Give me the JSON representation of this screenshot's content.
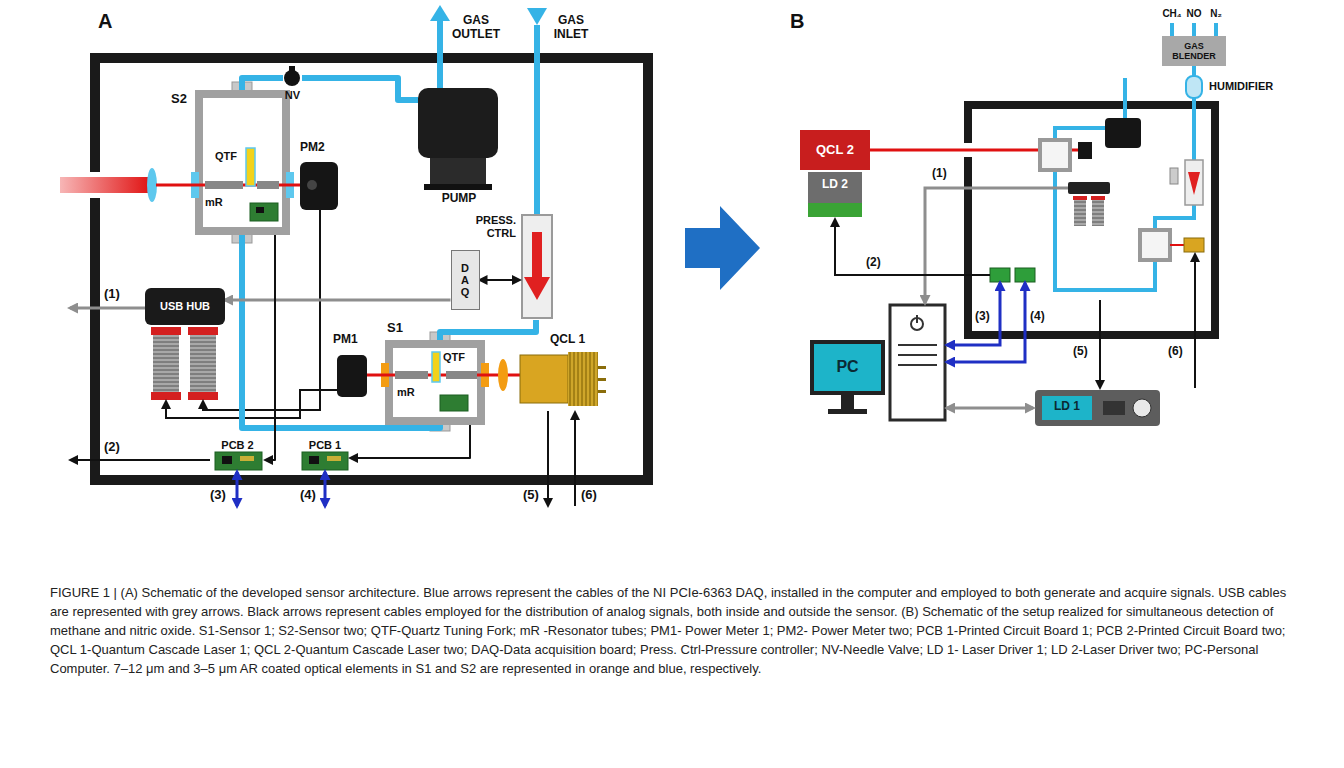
{
  "diagram": {
    "caption": "FIGURE 1 | (A) Schematic of the developed sensor architecture. Blue arrows represent the cables of the NI PCIe-6363 DAQ, installed in the computer and employed to both generate and acquire signals. USB cables are represented with grey arrows. Black arrows represent cables employed for the distribution of analog signals, both inside and outside the sensor. (B) Schematic of the setup realized for simultaneous detection of methane and nitric oxide. S1-Sensor 1; S2-Sensor two; QTF-Quartz Tuning Fork; mR -Resonator tubes; PM1- Power Meter 1; PM2- Power Meter two; PCB 1-Printed Circuit Board 1; PCB 2-Printed Circuit Board two; QCL 1-Quantum Cascade Laser 1; QCL 2-Quantum Cascade Laser two; DAQ-Data acquisition board; Press. Ctrl-Pressure controller; NV-Needle Valve; LD 1- Laser Driver 1; LD 2-Laser Driver two; PC-Personal Computer. 7–12 μm and 3–5 μm AR coated optical elements in S1 and S2 are represented in orange and blue, respectively.",
    "nodes": [
      {
        "text": [
          "S2",
          "QTF",
          "mR"
        ]
      },
      {
        "text": [
          "PM2"
        ]
      },
      {
        "text": [
          "PUMP"
        ]
      },
      {
        "text": [
          "NV"
        ]
      },
      {
        "text": [
          "PRESS. CTRL"
        ]
      },
      {
        "text": [
          "DAQ"
        ]
      },
      {
        "text": [
          "USB HUB"
        ]
      },
      {
        "text": [
          "PM1"
        ]
      },
      {
        "text": [
          "S1",
          "QTF",
          "mR"
        ]
      },
      {
        "text": [
          "QCL 1"
        ]
      },
      {
        "text": [
          "PCB 2"
        ]
      },
      {
        "text": [
          "PCB 1"
        ]
      },
      {
        "text": [
          "GAS BLENDER"
        ]
      },
      {
        "text": [
          "HUMIDIFIER"
        ]
      },
      {
        "text": [
          "QCL 2"
        ]
      },
      {
        "text": [
          "LD 2"
        ]
      },
      {
        "text": [
          "PC"
        ]
      },
      {
        "text": [
          "LD 1"
        ]
      }
    ],
    "edges": [
      {
        "from": 4,
        "to": 8,
        "arrow": "none"
      },
      {
        "from": 8,
        "to": 0,
        "arrow": "none"
      },
      {
        "from": 0,
        "to": 3,
        "arrow": "none"
      },
      {
        "from": 3,
        "to": 2,
        "arrow": "none"
      },
      {
        "from": 5,
        "to": 4,
        "arrow": "both"
      },
      {
        "from": 5,
        "to": 6,
        "arrow": "to"
      },
      {
        "from": 8,
        "to": 11,
        "arrow": "to"
      },
      {
        "from": 0,
        "to": 10,
        "arrow": "to"
      },
      {
        "from": 12,
        "to": 13,
        "arrow": "none"
      }
    ],
    "labels": [
      "A",
      "GAS OUTLET",
      "GAS INLET",
      "(1)",
      "(2)",
      "(3)",
      "(4)",
      "(5)",
      "(6)",
      "B",
      "CH₄",
      "NO",
      "N₂",
      "(1)",
      "(2)",
      "(3)",
      "(4)",
      "(5)",
      "(6)"
    ]
  }
}
